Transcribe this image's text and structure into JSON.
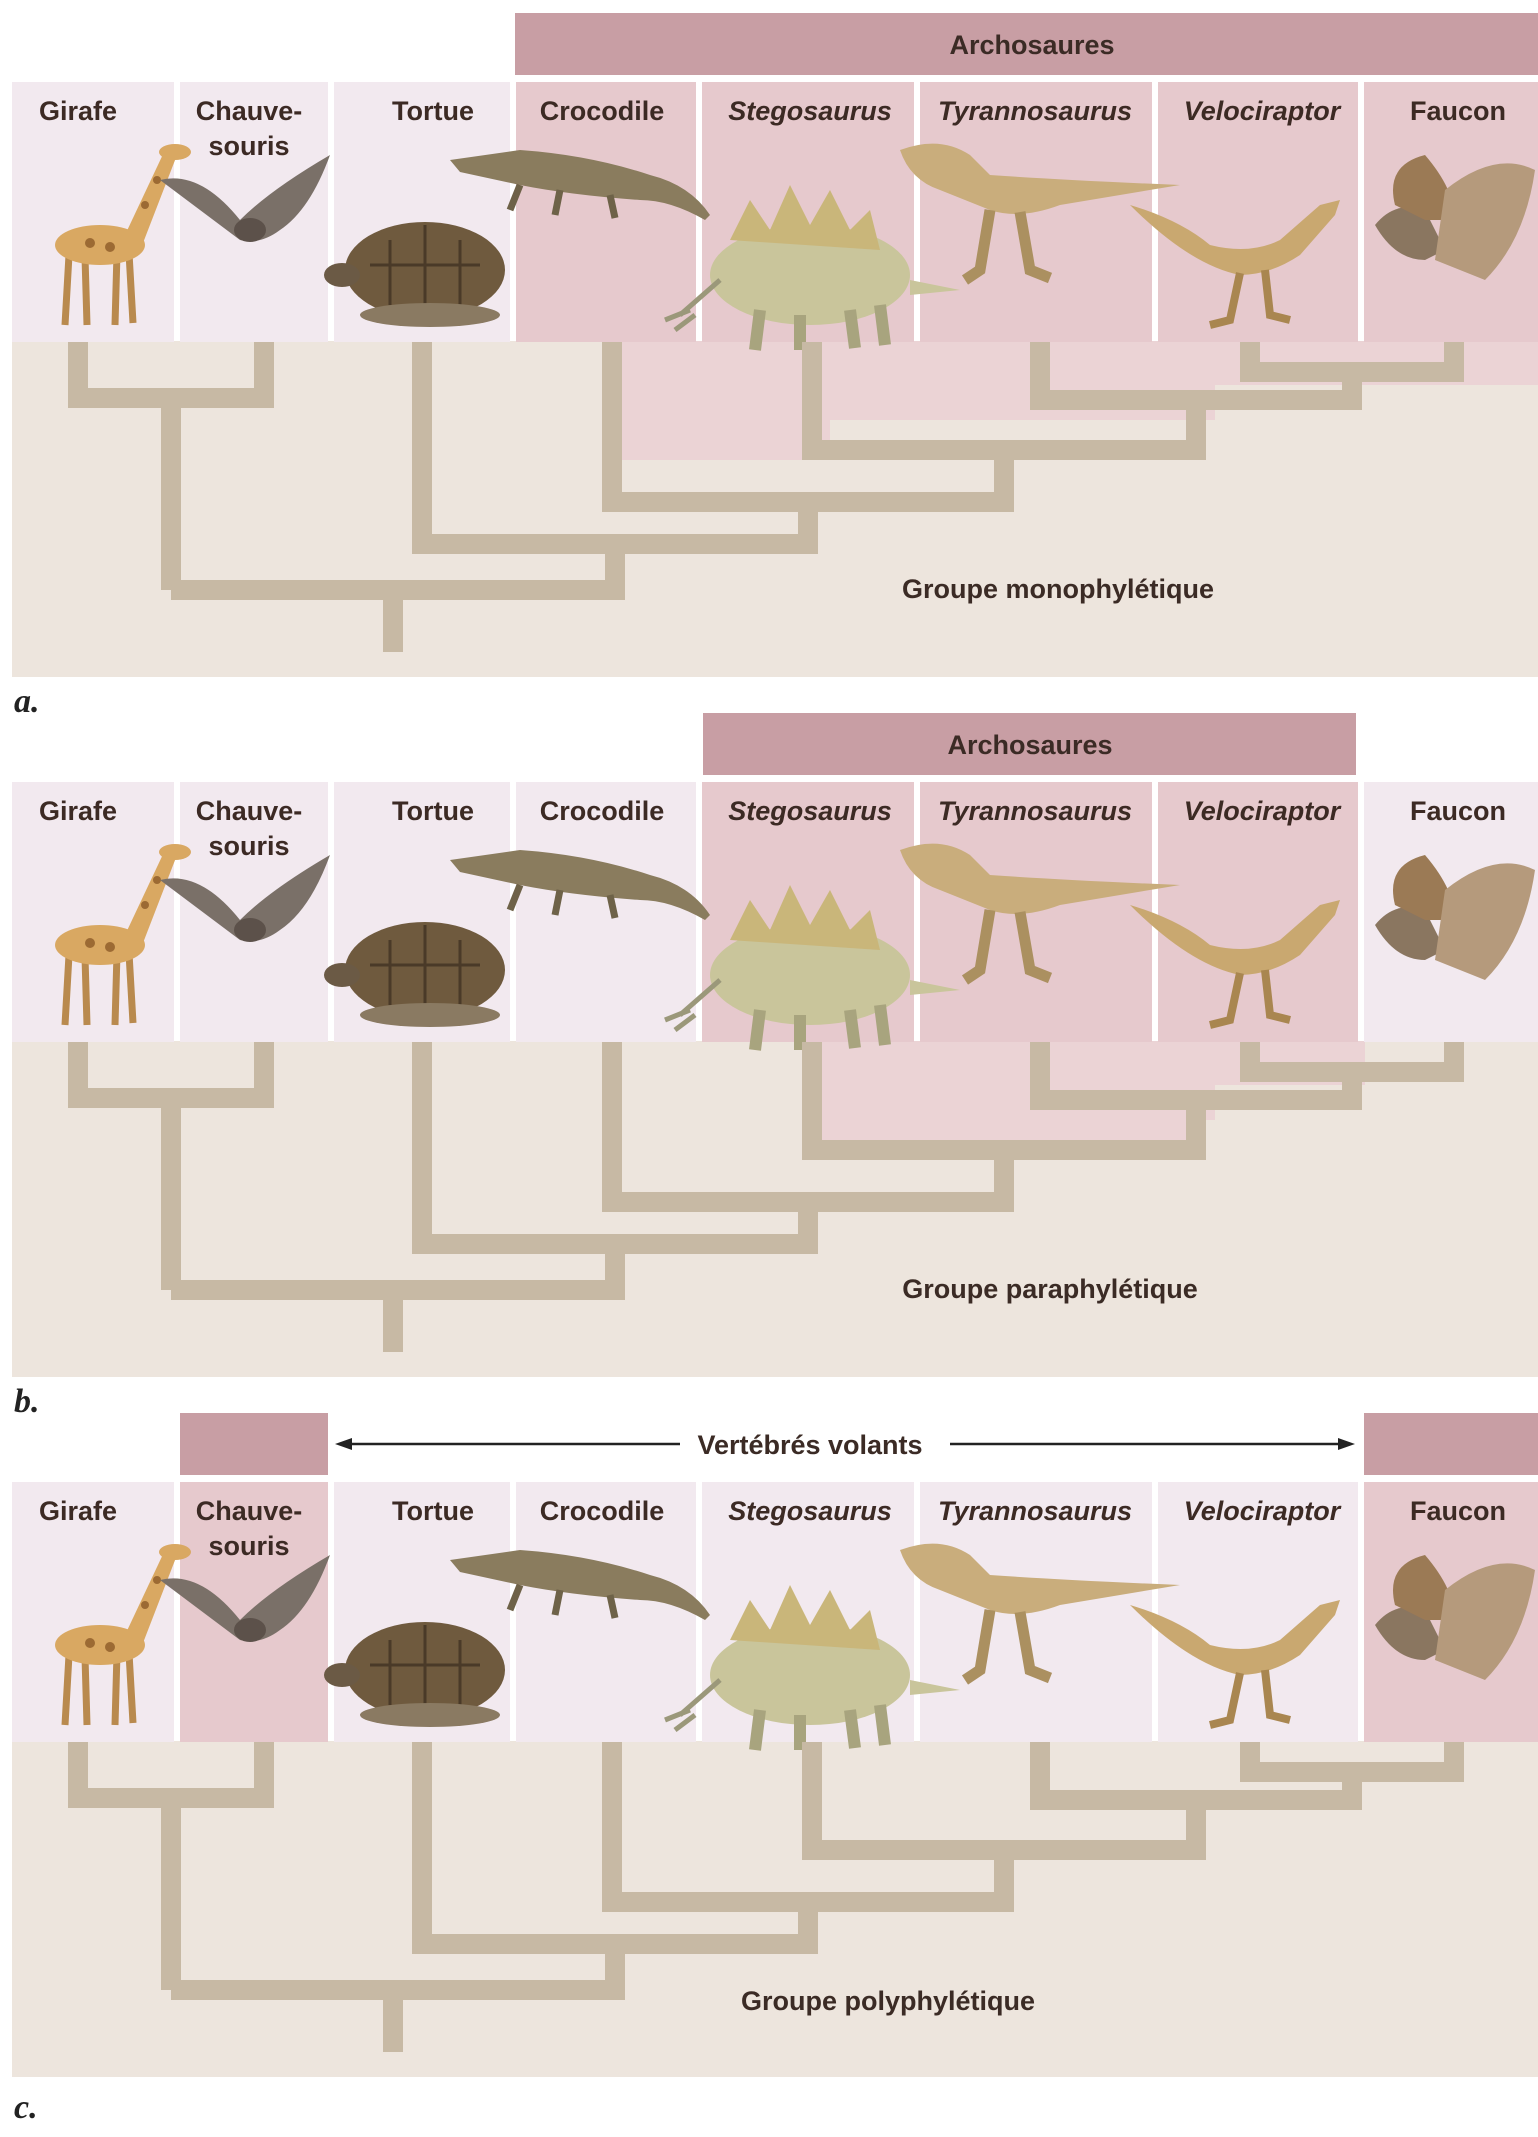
{
  "taxa": [
    "Girafe",
    "Chauve-souris",
    "Tortue",
    "Crocodile",
    "Stegosaurus",
    "Tyrannosaurus",
    "Velociraptor",
    "Faucon"
  ],
  "italic_taxa": [
    "Stegosaurus",
    "Tyrannosaurus",
    "Velociraptor"
  ],
  "panels": [
    {
      "letter": "a.",
      "banner_label": "Archosaures",
      "group_label": "Groupe monophylétique",
      "highlighted_taxa": [
        "Crocodile",
        "Stegosaurus",
        "Tyrannosaurus",
        "Velociraptor",
        "Faucon"
      ]
    },
    {
      "letter": "b.",
      "banner_label": "Archosaures",
      "group_label": "Groupe paraphylétique",
      "highlighted_taxa": [
        "Stegosaurus",
        "Tyrannosaurus",
        "Velociraptor"
      ]
    },
    {
      "letter": "c.",
      "banner_label": "Vertébrés volants",
      "group_label": "Groupe polyphylétique",
      "highlighted_taxa": [
        "Chauve-souris",
        "Faucon"
      ]
    }
  ],
  "colors": {
    "background": "#ffffff",
    "tree_area": "#ede5dd",
    "highlight": "#c89ea4",
    "highlight_cell": "#e6c9cd",
    "highlight_tree": "#ebd3d5",
    "cell": "#f2e9ef",
    "branch": "#c7b9a4",
    "text": "#3c2a24"
  },
  "icons": [
    "giraffe-icon",
    "bat-icon",
    "turtle-icon",
    "crocodile-icon",
    "stegosaurus-icon",
    "tyrannosaurus-icon",
    "velociraptor-icon",
    "hawk-icon"
  ]
}
